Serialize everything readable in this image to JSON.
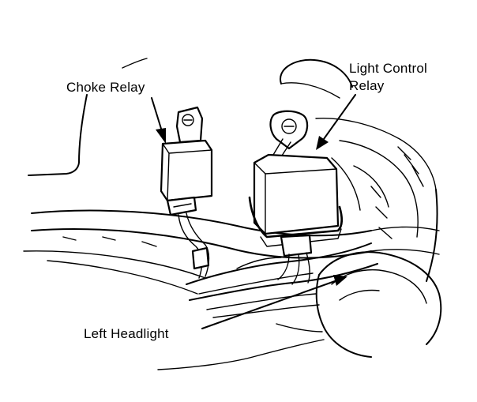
{
  "labels": {
    "choke_relay": "Choke Relay",
    "light_control_relay_line1": "Light Control",
    "light_control_relay_line2": "Relay",
    "left_headlight": "Left Headlight"
  },
  "colors": {
    "line": "#000000",
    "background": "#ffffff"
  }
}
